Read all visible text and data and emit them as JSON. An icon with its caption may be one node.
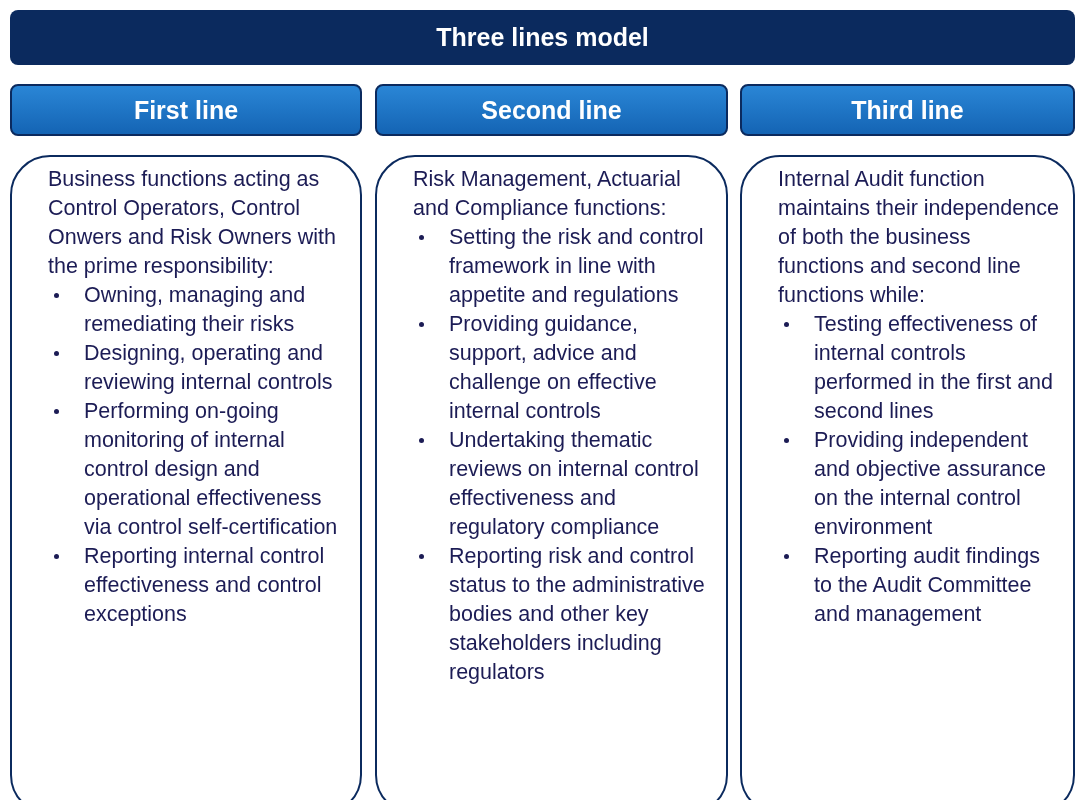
{
  "diagram": {
    "title": "Three lines model",
    "nodes": [
      {
        "text": [
          "First line"
        ]
      },
      {
        "text": [
          "Second line"
        ]
      },
      {
        "text": [
          "Third line"
        ]
      },
      {
        "text": [
          "Business functions acting as Control Operators, Control Onwers and Risk Owners with the prime responsibility:",
          "Owning, managing and remediating their risks",
          "Designing, operating and reviewing internal controls",
          "Performing on-going monitoring of internal control design and operational effectiveness via control self-certification",
          "Reporting internal control effectiveness and control exceptions"
        ]
      },
      {
        "text": [
          "Risk Management, Actuarial and Compliance functions:",
          "Setting the risk and control framework in line with appetite and regulations",
          "Providing guidance, support, advice and challenge on effective internal controls",
          "Undertaking thematic reviews on internal control effectiveness and regulatory compliance",
          "Reporting risk and control status to the administrative bodies and other key stakeholders including regulators"
        ]
      },
      {
        "text": [
          "Internal Audit function maintains their independence of both the business functions and second line functions while:",
          "Testing effectiveness of internal controls performed in the first and second lines",
          "Providing independent and objective assurance on the internal control environment",
          "Reporting audit findings to the Audit Committee and management"
        ]
      }
    ]
  }
}
